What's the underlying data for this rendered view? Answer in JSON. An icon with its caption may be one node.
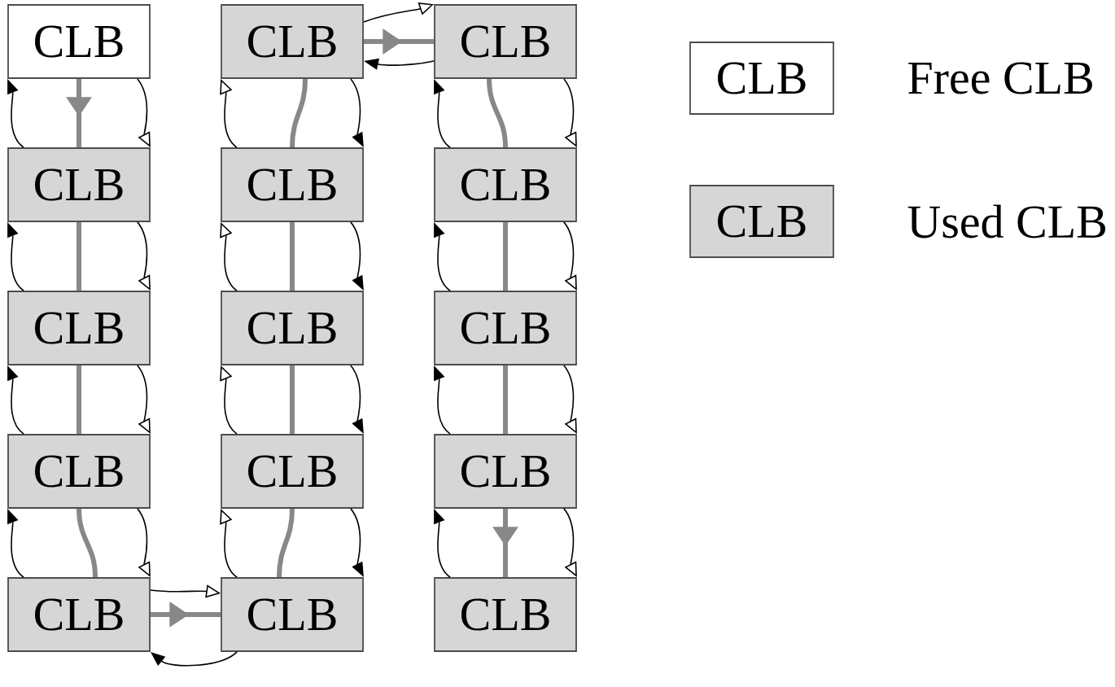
{
  "diagram": {
    "nodes": [
      {
        "text": [
          "CLB"
        ]
      },
      {
        "text": [
          "CLB"
        ]
      },
      {
        "text": [
          "CLB"
        ]
      },
      {
        "text": [
          "CLB"
        ]
      },
      {
        "text": [
          "CLB"
        ]
      },
      {
        "text": [
          "CLB"
        ]
      },
      {
        "text": [
          "CLB"
        ]
      },
      {
        "text": [
          "CLB"
        ]
      },
      {
        "text": [
          "CLB"
        ]
      },
      {
        "text": [
          "CLB"
        ]
      },
      {
        "text": [
          "CLB"
        ]
      },
      {
        "text": [
          "CLB"
        ]
      },
      {
        "text": [
          "CLB"
        ]
      },
      {
        "text": [
          "CLB"
        ]
      },
      {
        "text": [
          "CLB"
        ]
      }
    ],
    "edges": [
      {
        "from": 0,
        "to": 3,
        "arrow": "to",
        "style": "thick",
        "color": "#888888"
      },
      {
        "from": 0,
        "to": 3,
        "arrow": "to"
      },
      {
        "from": 3,
        "to": 0,
        "arrow": "to"
      },
      {
        "from": 3,
        "to": 6,
        "arrow": "none",
        "style": "thick",
        "color": "#888888"
      },
      {
        "from": 3,
        "to": 6,
        "arrow": "to"
      },
      {
        "from": 6,
        "to": 3,
        "arrow": "to"
      },
      {
        "from": 6,
        "to": 9,
        "arrow": "none",
        "style": "thick",
        "color": "#888888"
      },
      {
        "from": 6,
        "to": 9,
        "arrow": "to"
      },
      {
        "from": 9,
        "to": 6,
        "arrow": "to"
      },
      {
        "from": 9,
        "to": 12,
        "arrow": "none",
        "style": "thick",
        "color": "#888888"
      },
      {
        "from": 9,
        "to": 12,
        "arrow": "to"
      },
      {
        "from": 12,
        "to": 9,
        "arrow": "to"
      },
      {
        "from": 12,
        "to": 13,
        "arrow": "to",
        "style": "thick",
        "color": "#888888"
      },
      {
        "from": 12,
        "to": 13,
        "arrow": "to"
      },
      {
        "from": 13,
        "to": 12,
        "arrow": "to"
      },
      {
        "from": 13,
        "to": 10,
        "arrow": "none",
        "style": "thick",
        "color": "#888888"
      },
      {
        "from": 13,
        "to": 10,
        "arrow": "to"
      },
      {
        "from": 10,
        "to": 13,
        "arrow": "to"
      },
      {
        "from": 10,
        "to": 7,
        "arrow": "none",
        "style": "thick",
        "color": "#888888"
      },
      {
        "from": 10,
        "to": 7,
        "arrow": "to"
      },
      {
        "from": 7,
        "to": 10,
        "arrow": "to"
      },
      {
        "from": 7,
        "to": 4,
        "arrow": "none",
        "style": "thick",
        "color": "#888888"
      },
      {
        "from": 7,
        "to": 4,
        "arrow": "to"
      },
      {
        "from": 4,
        "to": 7,
        "arrow": "to"
      },
      {
        "from": 4,
        "to": 1,
        "arrow": "none",
        "style": "thick",
        "color": "#888888"
      },
      {
        "from": 4,
        "to": 1,
        "arrow": "to"
      },
      {
        "from": 1,
        "to": 4,
        "arrow": "to"
      },
      {
        "from": 1,
        "to": 2,
        "arrow": "to",
        "style": "thick",
        "color": "#888888"
      },
      {
        "from": 1,
        "to": 2,
        "arrow": "to"
      },
      {
        "from": 2,
        "to": 1,
        "arrow": "to"
      },
      {
        "from": 2,
        "to": 5,
        "arrow": "none",
        "style": "thick",
        "color": "#888888"
      },
      {
        "from": 2,
        "to": 5,
        "arrow": "to"
      },
      {
        "from": 5,
        "to": 2,
        "arrow": "to"
      },
      {
        "from": 5,
        "to": 8,
        "arrow": "none",
        "style": "thick",
        "color": "#888888"
      },
      {
        "from": 5,
        "to": 8,
        "arrow": "to"
      },
      {
        "from": 8,
        "to": 5,
        "arrow": "to"
      },
      {
        "from": 8,
        "to": 11,
        "arrow": "none",
        "style": "thick",
        "color": "#888888"
      },
      {
        "from": 8,
        "to": 11,
        "arrow": "to"
      },
      {
        "from": 11,
        "to": 8,
        "arrow": "to"
      },
      {
        "from": 11,
        "to": 14,
        "arrow": "to",
        "style": "thick",
        "color": "#888888"
      },
      {
        "from": 11,
        "to": 14,
        "arrow": "to"
      },
      {
        "from": 14,
        "to": 11,
        "arrow": "to"
      }
    ],
    "labels": [
      "CLB",
      "CLB"
    ],
    "legend": [
      {
        "text": "Free CLB"
      },
      {
        "text": "Used CLB"
      }
    ]
  }
}
